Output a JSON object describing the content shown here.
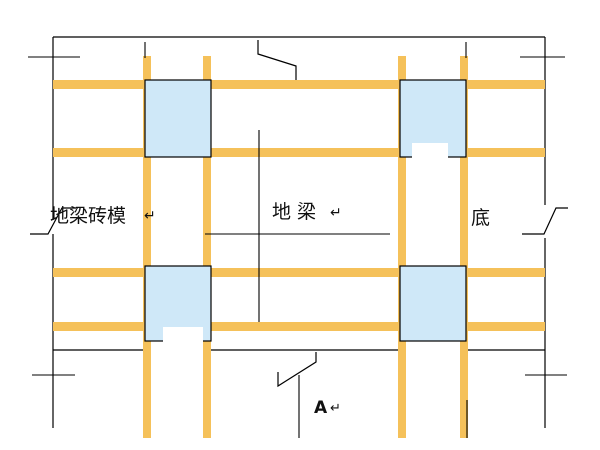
{
  "labels": {
    "brick_formwork": "地梁砖模",
    "ground_beam": "地 梁",
    "bottom": "底",
    "section_mark": "A",
    "return_mark": "↵"
  },
  "colors": {
    "beam_strip": "#F5C15A",
    "column_fill": "#CFE8F8",
    "line": "#000000",
    "background": "#FFFFFF"
  }
}
